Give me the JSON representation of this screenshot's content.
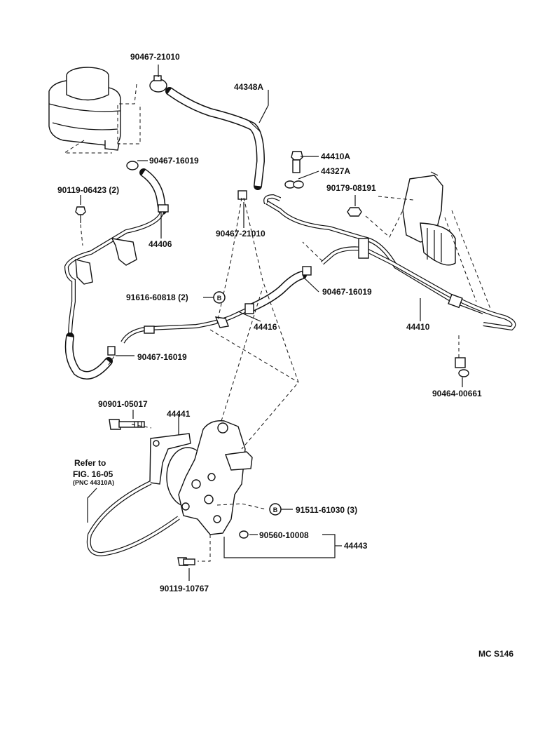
{
  "labels": {
    "clamp_top": "90467-21010",
    "hose_return_upper": "44348A",
    "clamp_reservoir": "90467-16019",
    "bolt_union": "44410A",
    "gasket_union": "44327A",
    "bolt_bracket_left": "90119-06423 (2)",
    "nut_gear": "90179-08191",
    "hose_suction": "44406",
    "clamp_mid": "90467-21010",
    "bolt_clamp": "91616-60818 (2)",
    "marker_b1": "B",
    "clamp_right": "90467-16019",
    "hose_pressure": "44416",
    "tube_gear": "44410",
    "clamp_lower_left": "90467-16019",
    "clip_tube": "90464-00661",
    "bolt_adjust": "90901-05017",
    "bracket_pump": "44441",
    "refer_line1": "Refer to",
    "refer_line2": "FIG. 16-05",
    "refer_line3": "(PNC  44310A)",
    "marker_b2": "B",
    "bolt_pump": "91511-61030 (3)",
    "washer": "90560-10008",
    "bracket_assy": "44443",
    "bolt_bottom": "90119-10767",
    "figure_code": "MC  S146"
  }
}
